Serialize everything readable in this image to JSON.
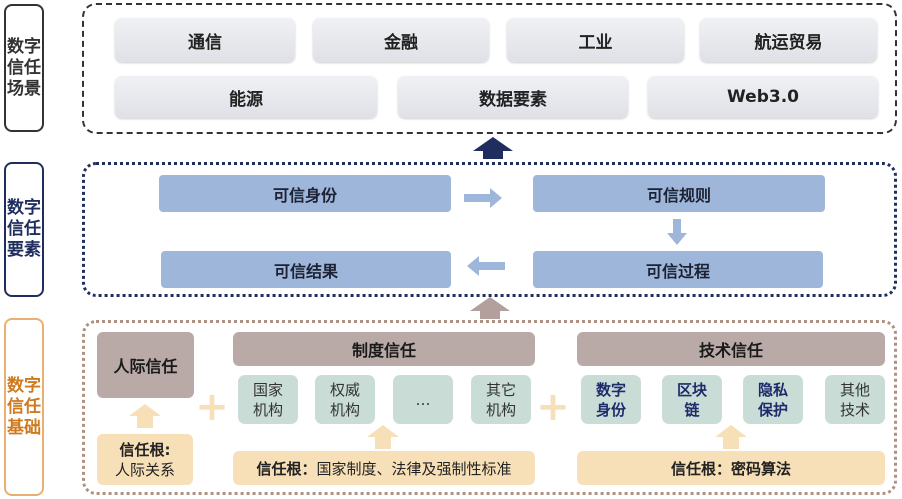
{
  "layers": {
    "scenes": {
      "label": "数字信任场景",
      "tiles": [
        "通信",
        "金融",
        "工业",
        "航运贸易",
        "能源",
        "数据要素",
        "Web3.0"
      ]
    },
    "elements": {
      "label": "数字信任要素",
      "boxes": {
        "identity": "可信身份",
        "rules": "可信规则",
        "process": "可信过程",
        "result": "可信结果"
      }
    },
    "foundation": {
      "label": "数字信任基础",
      "interpersonal": {
        "title": "人际信任",
        "root_label": "信任根",
        "root_value": "人际关系"
      },
      "institutional": {
        "title": "制度信任",
        "items": [
          "国家\n机构",
          "权威\n机构",
          "…",
          "其它\n机构"
        ],
        "root_label": "信任根",
        "root_value": "国家制度、法律及强制性标准"
      },
      "technical": {
        "title": "技术信任",
        "items": [
          "数字\n身份",
          "区块\n链",
          "隐私\n保护",
          "其他\n技术"
        ],
        "root_label": "信任根",
        "root_value": "密码算法"
      }
    }
  },
  "colors": {
    "navy": "#1f2e5e",
    "orange": "#e0a050",
    "blue": "#9fb6db",
    "brown": "#b9aaa8",
    "teal": "#c9ddd6",
    "peach": "#f7dfb8"
  }
}
